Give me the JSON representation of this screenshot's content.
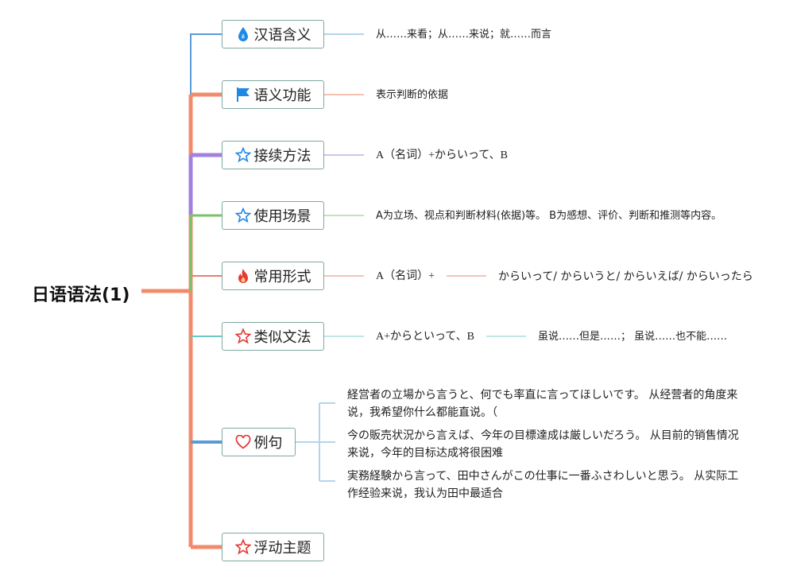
{
  "root": {
    "title": "日语语法(1)"
  },
  "branches": [
    {
      "label": "汉语含义",
      "icon": "water-drop-icon",
      "color": "#5b9bd5",
      "leaves": [
        "从……来看；从……来说；就……而言"
      ]
    },
    {
      "label": "语义功能",
      "icon": "flag-icon",
      "color": "#f28b6b",
      "leaves": [
        "表示判断的依据"
      ]
    },
    {
      "label": "接续方法",
      "icon": "star-outline-icon",
      "color": "#a37fe0",
      "leaves": [
        "A（名词）+からいって、B"
      ]
    },
    {
      "label": "使用场景",
      "icon": "star-outline-icon",
      "color": "#7bc26b",
      "leaves": [
        "A为立场、视点和判断材料(依据)等。 B为感想、评价、判断和推测等内容。"
      ]
    },
    {
      "label": "常用形式",
      "icon": "fire-icon",
      "color": "#e8806f",
      "leaves": [
        "A（名词）+",
        "からいって/ からいうと/ からいえば/ からいったら"
      ]
    },
    {
      "label": "类似文法",
      "icon": "star-red-icon",
      "color": "#6bc9c2",
      "leaves": [
        "A+からといって、B",
        "虽说……但是……； 虽说……也不能……"
      ]
    },
    {
      "label": "例句",
      "icon": "heart-icon",
      "color": "#5b9bd5",
      "leaves": [
        "経営者の立場から言うと、何でも率直に言ってほしいです。 从经营者的角度来说，我希望你什么都能直说。（",
        "今の販売状況から言えば、今年の目標達成は厳しいだろう。 从目前的销售情况来说，今年的目标达成将很困难",
        "実務経験から言って、田中さんがこの仕事に一番ふさわしいと思う。 从实际工作经验来说，我认为田中最适合"
      ]
    },
    {
      "label": "浮动主题",
      "icon": "star-red-icon",
      "color": "#f28b6b",
      "leaves": []
    }
  ],
  "colors": {
    "trunk": "#f28b6b",
    "node_border": "#7fa8a3"
  }
}
